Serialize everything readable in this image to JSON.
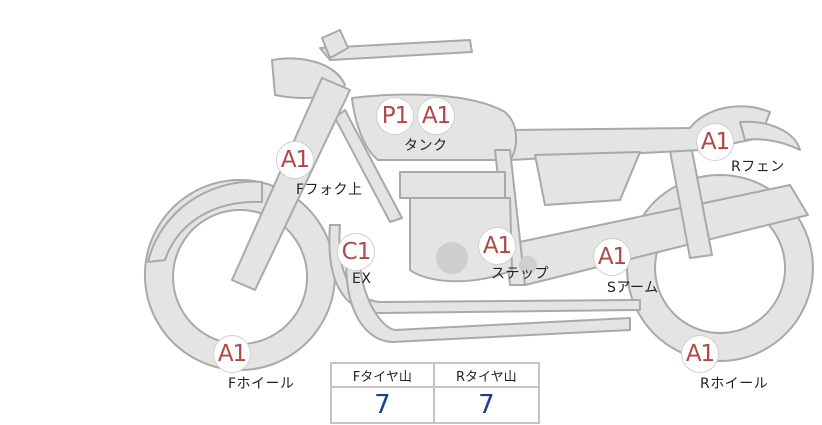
{
  "inspection_points": [
    {
      "id": "tank-p1",
      "grade": "P1",
      "label": ""
    },
    {
      "id": "tank-a1",
      "grade": "A1",
      "label": "タンク"
    },
    {
      "id": "front-fork-upper",
      "grade": "A1",
      "label": "Fフォク上"
    },
    {
      "id": "exhaust",
      "grade": "C1",
      "label": "EX"
    },
    {
      "id": "step",
      "grade": "A1",
      "label": "ステップ"
    },
    {
      "id": "swing-arm",
      "grade": "A1",
      "label": "Sアーム"
    },
    {
      "id": "rear-fender",
      "grade": "A1",
      "label": "Rフェン"
    },
    {
      "id": "front-wheel",
      "grade": "A1",
      "label": "Fホイール"
    },
    {
      "id": "rear-wheel",
      "grade": "A1",
      "label": "Rホイール"
    }
  ],
  "tire_tread": {
    "front_header": "Fタイヤ山",
    "rear_header": "Rタイヤ山",
    "front_value": "7",
    "rear_value": "7"
  },
  "colors": {
    "grade_text": "#b04848",
    "value_text": "#1c3f8c",
    "bike_fill": "#e4e4e2",
    "bike_stroke": "#a9a9a6"
  }
}
